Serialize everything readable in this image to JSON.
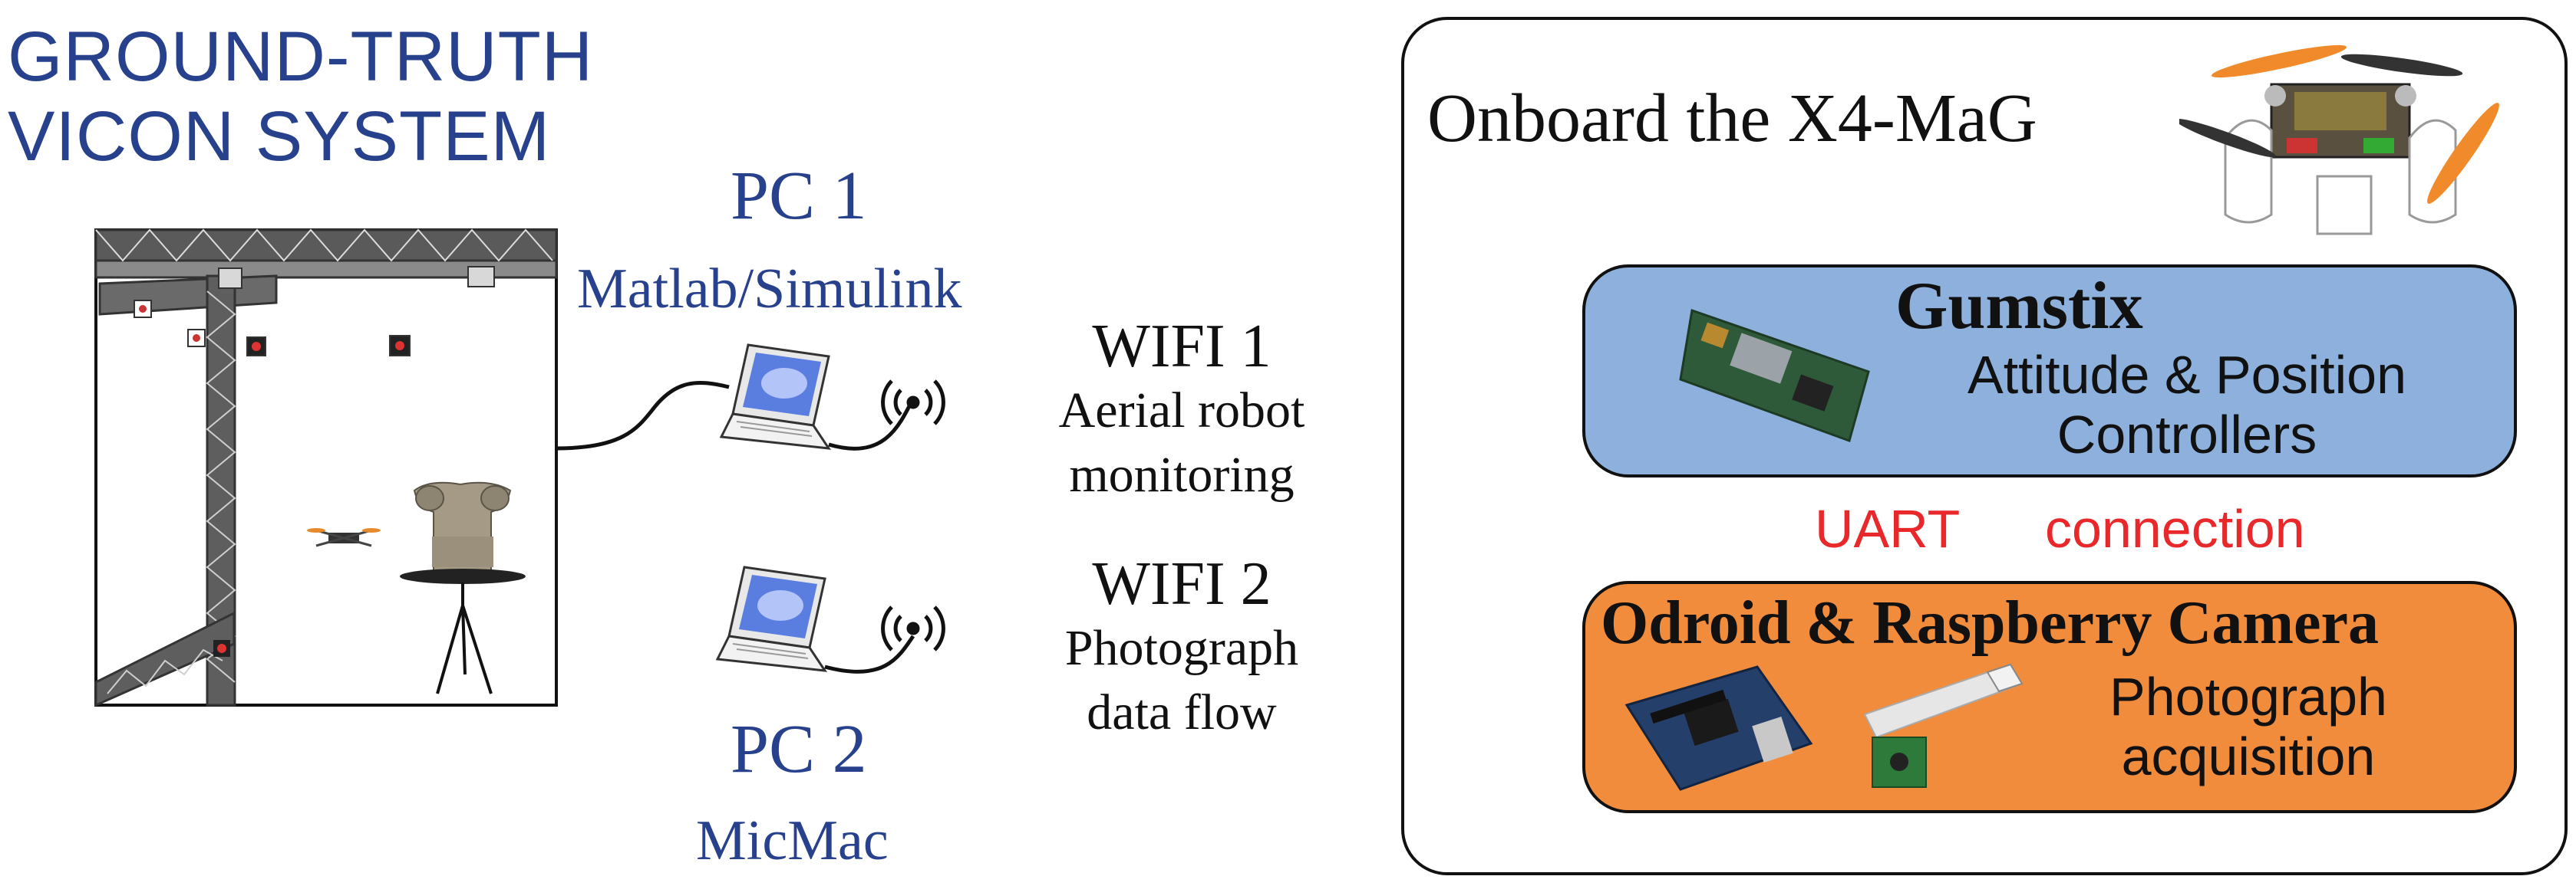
{
  "vicon": {
    "title_line1": "GROUND-TRUTH",
    "title_line2": "VICON SYSTEM"
  },
  "pc1": {
    "label": "PC 1",
    "software": "Matlab/Simulink"
  },
  "pc2": {
    "label": "PC 2",
    "software": "MicMac"
  },
  "wifi1": {
    "label": "WIFI 1",
    "desc_line1": "Aerial robot",
    "desc_line2": "monitoring"
  },
  "wifi2": {
    "label": "WIFI 2",
    "desc_line1": "Photograph",
    "desc_line2": "data flow"
  },
  "onboard": {
    "title": "Onboard the X4-MaG"
  },
  "gumstix": {
    "title": "Gumstix",
    "desc_line1": "Attitude & Position",
    "desc_line2": "Controllers",
    "color": "#8db1dc"
  },
  "uart": {
    "left_label": "UART",
    "right_label": "connection",
    "color": "#e8282a"
  },
  "odroid": {
    "title": "Odroid & Raspberry Camera",
    "desc_line1": "Photograph",
    "desc_line2": "acquisition",
    "color": "#f08c3c"
  },
  "colors": {
    "title_navy": "#27418c",
    "text_black": "#111111"
  },
  "icons": [
    "truss-frame",
    "camera-icon",
    "drone-icon",
    "column-statue",
    "tripod",
    "laptop-icon",
    "antenna-icon",
    "quadrotor-photo",
    "circuit-board-icon",
    "camera-module-icon",
    "arrow-up-icon"
  ]
}
